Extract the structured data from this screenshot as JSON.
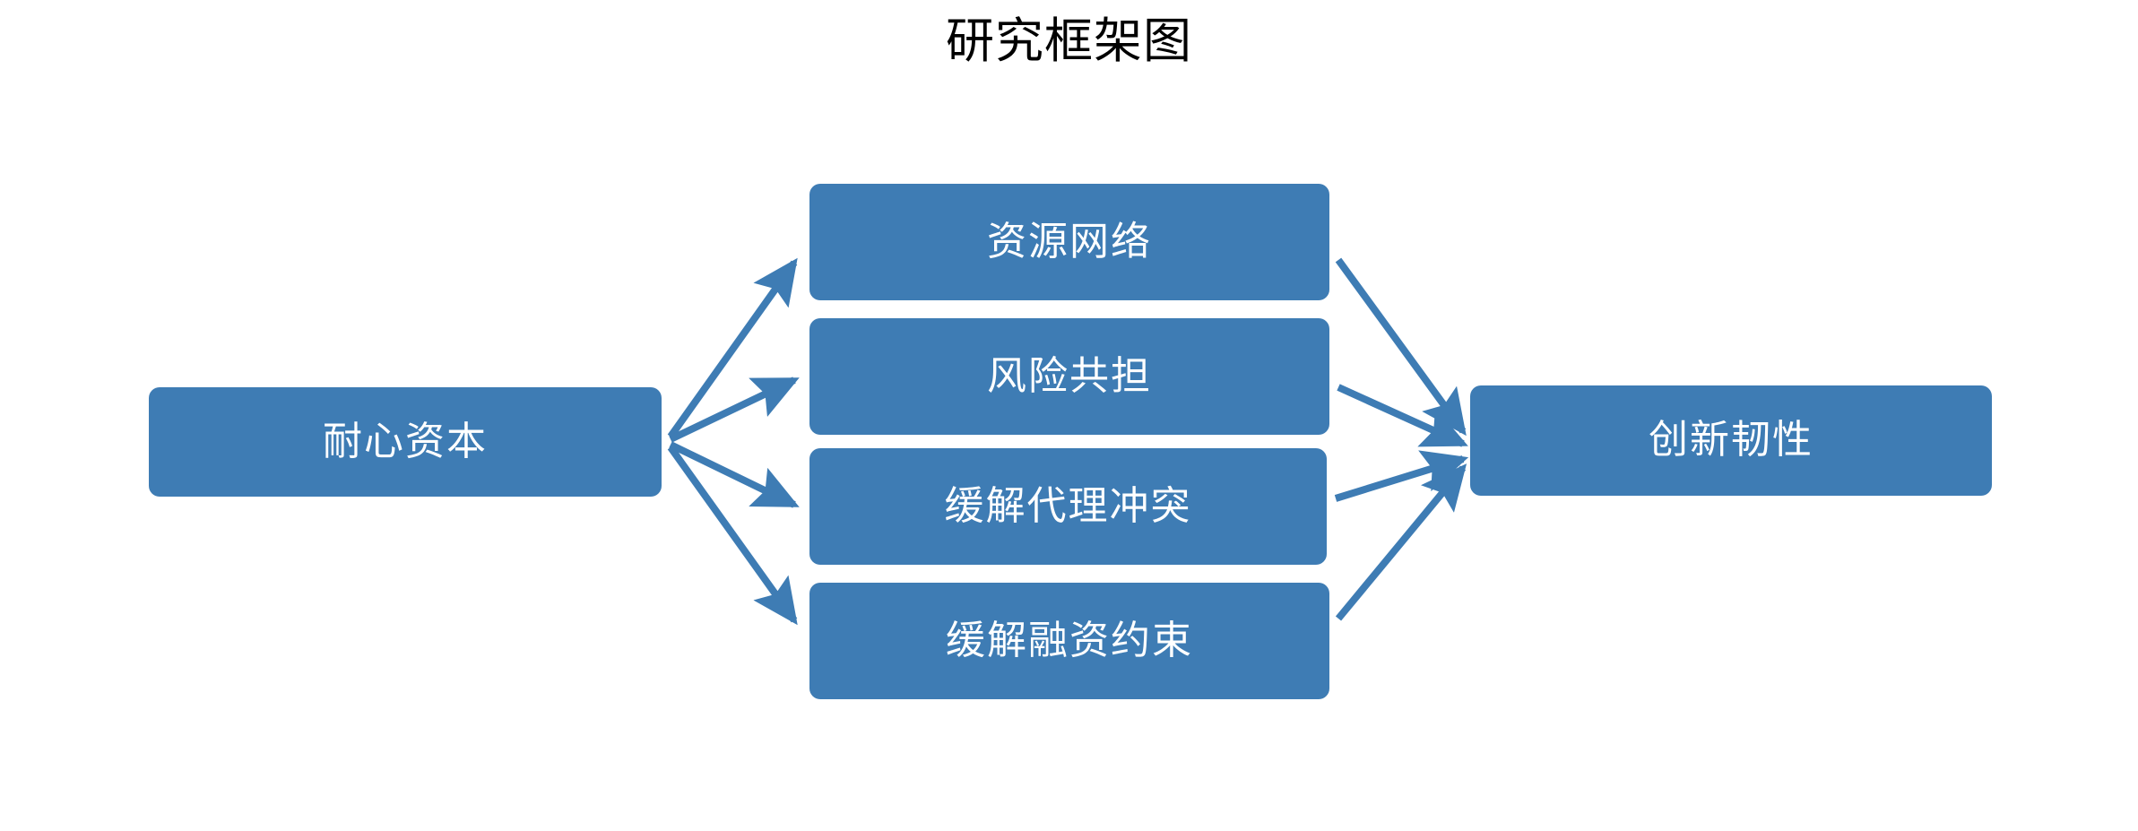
{
  "title": "研究框架图",
  "colors": {
    "node_fill": "#3E7CB4",
    "node_text": "#FFFFFF",
    "arrow": "#3E7CB4",
    "title_text": "#000000",
    "background": "#FFFFFF"
  },
  "nodes": {
    "source": {
      "label": "耐心资本"
    },
    "mechanisms": [
      {
        "label": "资源网络"
      },
      {
        "label": "风险共担"
      },
      {
        "label": "缓解代理冲突"
      },
      {
        "label": "缓解融资约束"
      }
    ],
    "outcome": {
      "label": "创新韧性"
    }
  },
  "chart_data": {
    "type": "diagram",
    "title": "研究框架图",
    "layout": "left-to-right fan-out then fan-in",
    "nodes": [
      {
        "id": "source",
        "label": "耐心资本",
        "column": "left"
      },
      {
        "id": "mech-0",
        "label": "资源网络",
        "column": "middle"
      },
      {
        "id": "mech-1",
        "label": "风险共担",
        "column": "middle"
      },
      {
        "id": "mech-2",
        "label": "缓解代理冲突",
        "column": "middle"
      },
      {
        "id": "mech-3",
        "label": "缓解融资约束",
        "column": "middle"
      },
      {
        "id": "outcome",
        "label": "创新韧性",
        "column": "right"
      }
    ],
    "edges": [
      {
        "from": "source",
        "to": "mech-0",
        "style": "arrow"
      },
      {
        "from": "source",
        "to": "mech-1",
        "style": "arrow"
      },
      {
        "from": "source",
        "to": "mech-2",
        "style": "arrow"
      },
      {
        "from": "source",
        "to": "mech-3",
        "style": "arrow"
      },
      {
        "from": "mech-0",
        "to": "outcome",
        "style": "arrow"
      },
      {
        "from": "mech-1",
        "to": "outcome",
        "style": "arrow"
      },
      {
        "from": "mech-2",
        "to": "outcome",
        "style": "arrow"
      },
      {
        "from": "mech-3",
        "to": "outcome",
        "style": "arrow"
      }
    ]
  }
}
